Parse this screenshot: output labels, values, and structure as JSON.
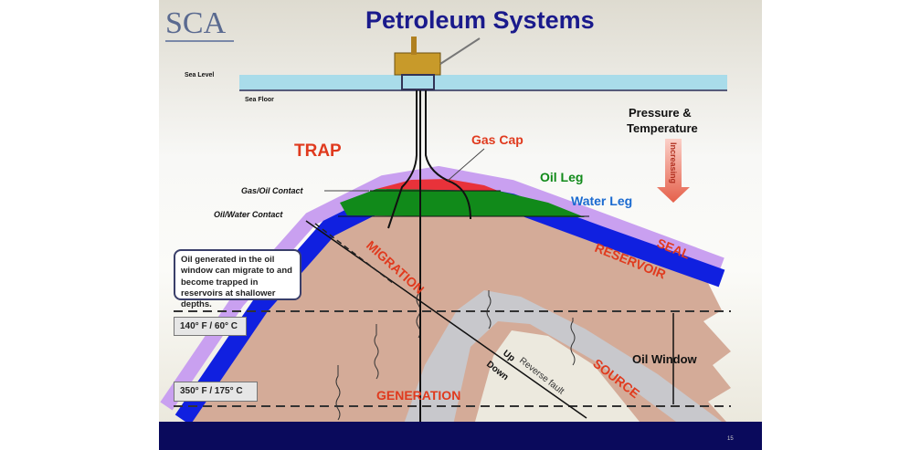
{
  "title": "Petroleum Systems",
  "logo": {
    "text": "SCA"
  },
  "labels": {
    "sea_level": "Sea Level",
    "sea_floor": "Sea Floor",
    "trap": "TRAP",
    "gas_cap": "Gas Cap",
    "oil_leg": "Oil Leg",
    "water_leg": "Water Leg",
    "gas_oil_contact": "Gas/Oil Contact",
    "oil_water_contact": "Oil/Water Contact",
    "pressure_temp_1": "Pressure &",
    "pressure_temp_2": "Temperature",
    "increasing": "Increasing",
    "seal": "SEAL",
    "reservoir": "RESERVOIR",
    "migration": "MIGRATION",
    "generation": "GENERATION",
    "source": "SOURCE",
    "oil_window": "Oil Window",
    "up": "Up",
    "down": "Down",
    "reverse_fault": "Reverse fault",
    "temp_top": "140° F / 60° C",
    "temp_bottom": "350° F / 175° C",
    "note": "Oil generated in the oil window can migrate to and become trapped in reservoirs at shallower depths.",
    "page_number": "15"
  },
  "colors": {
    "title": "#1a1a8c",
    "label_red": "#e03a1e",
    "seal": "#c9a0f0",
    "reservoir": "#1020e0",
    "oil": "#118a1a",
    "gas": "#e8323a",
    "source_rock": "#d4ab98",
    "source_gray": "#c8c8cc",
    "sea": "#a9dcea",
    "bottom_band": "#0a0a5c"
  }
}
